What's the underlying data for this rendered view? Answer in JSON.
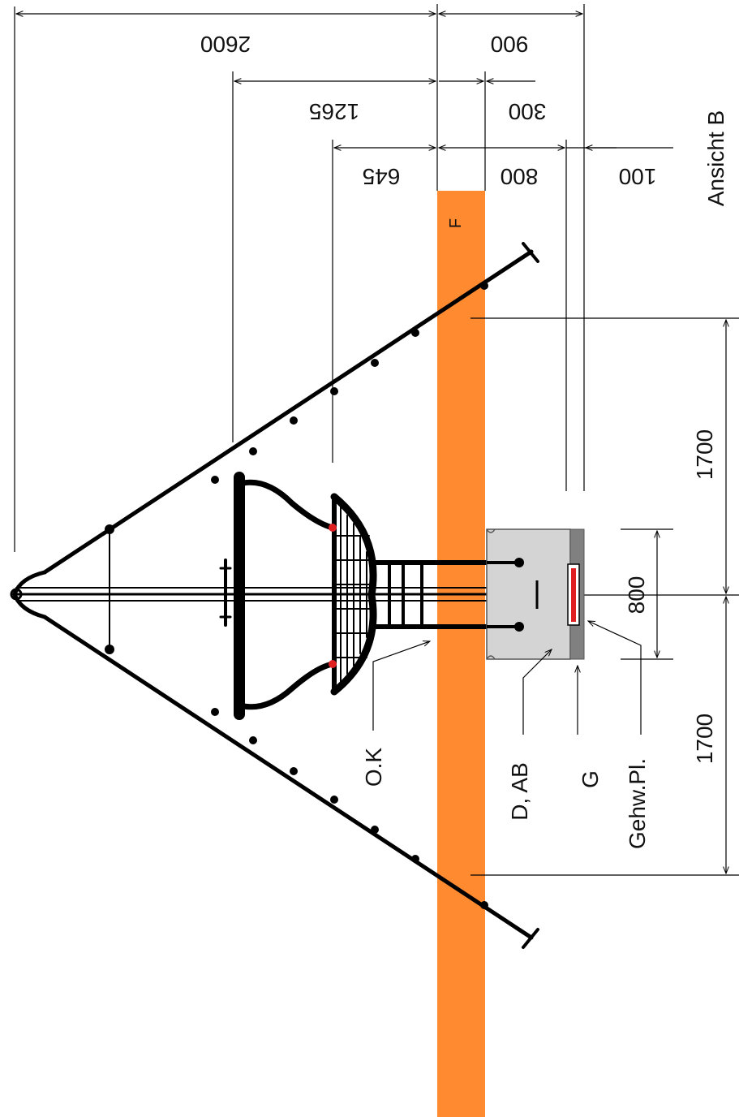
{
  "view_title": "Ansicht B",
  "dimensions": {
    "top_left": "2600",
    "top_right": "900",
    "mid_left": "1265",
    "mid_right": "300",
    "low_left": "645",
    "low_mid": "800",
    "low_right": "100",
    "right_upper": "1700",
    "right_lower": "1700",
    "right_center": "800"
  },
  "labels": {
    "floor": "F",
    "surface_edge": "O.K",
    "base": "D, AB",
    "weight": "G",
    "counter_plate": "Gehw.Pl."
  },
  "colors": {
    "floor_band": "#ff8a2f",
    "line": "#000000",
    "block": "#d4d4d4",
    "block_dark": "#808080",
    "marker": "#e02020"
  }
}
